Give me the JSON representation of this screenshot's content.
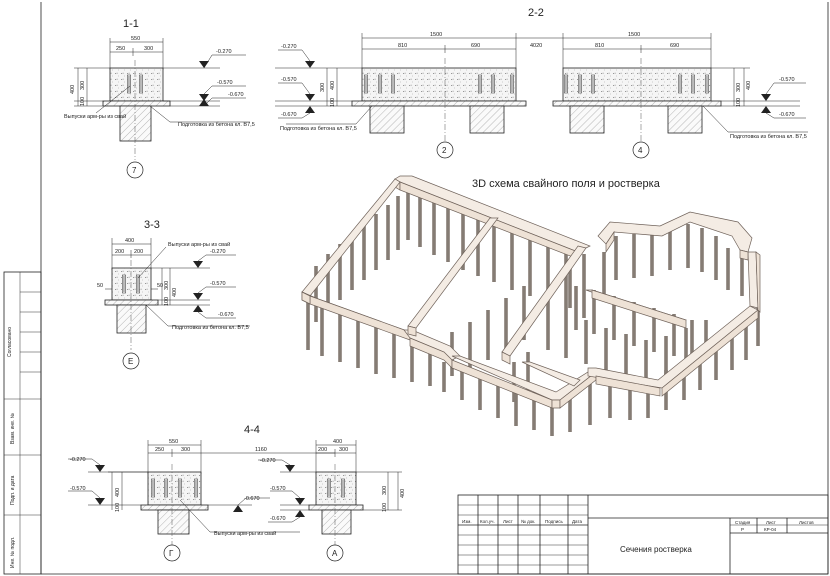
{
  "sections": {
    "s11": {
      "title": "1-1",
      "dims": [
        "550",
        "250",
        "300",
        "400",
        "300",
        "100"
      ],
      "levels": [
        "-0.270",
        "-0.570",
        "-0.670"
      ],
      "notes": [
        "Выпуски арм-ры из свай",
        "Подготовка из бетона кл. В7,5"
      ],
      "axis": "7"
    },
    "s22": {
      "title": "2-2",
      "dims_left": [
        "1500",
        "810",
        "690",
        "300",
        "400",
        "100"
      ],
      "dims_gap": "4020",
      "dims_right": [
        "1500",
        "810",
        "690",
        "300",
        "400",
        "100"
      ],
      "levels_left": [
        "-0.270",
        "-0.570",
        "-0.670"
      ],
      "levels_right": [
        "-0.570",
        "-0.670"
      ],
      "notes": [
        "Подготовка из бетона кл. В7,5",
        "Подготовка из бетона кл. В7,5"
      ],
      "axes": [
        "2",
        "4"
      ]
    },
    "s33": {
      "title": "3-3",
      "dims": [
        "400",
        "200",
        "200",
        "50",
        "50",
        "400",
        "300",
        "100"
      ],
      "levels": [
        "-0.270",
        "-0.570",
        "-0.670"
      ],
      "notes": [
        "Выпуски арм-ры из свай",
        "Подготовка из бетона кл. В7,5"
      ],
      "axis": "Е"
    },
    "s44": {
      "title": "4-4",
      "dims_left": [
        "550",
        "250",
        "300",
        "400",
        "100"
      ],
      "dims_gap": "1160",
      "dims_right": [
        "400",
        "200",
        "300",
        "300",
        "400",
        "100"
      ],
      "levels_left": [
        "-0.270",
        "-0.570",
        "-0.670"
      ],
      "levels_right": [
        "-0.270",
        "-0.570",
        "-0.670"
      ],
      "notes": [
        "Выпуски арм-ры из свай"
      ],
      "axes": [
        "Г",
        "А"
      ]
    }
  },
  "scheme": {
    "title": "3D схема свайного поля и ростверка"
  },
  "stamp": {
    "side_labels": [
      "Согласовано",
      "Взам. инв. №",
      "Подп. и дата",
      "Инв. № подл."
    ],
    "cols": [
      "Изм.",
      "Кол.уч.",
      "Лист",
      "№ док.",
      "Подпись",
      "Дата"
    ],
    "stage_labels": [
      "Стадия",
      "Лист",
      "Листов"
    ],
    "stage_values": [
      "Р",
      "КР-04",
      ""
    ],
    "sheet_title": "Сечения ростверка"
  }
}
